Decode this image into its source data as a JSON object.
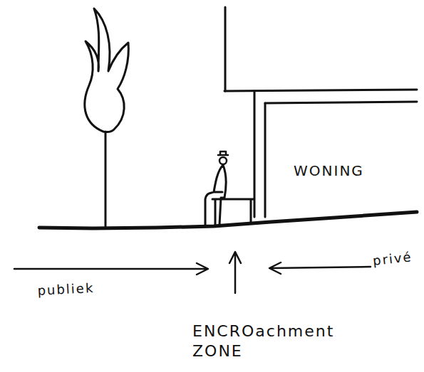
{
  "diagram": {
    "labels": [
      "WONING",
      "publiek",
      "privé",
      "ENCROachment ZONE"
    ]
  }
}
